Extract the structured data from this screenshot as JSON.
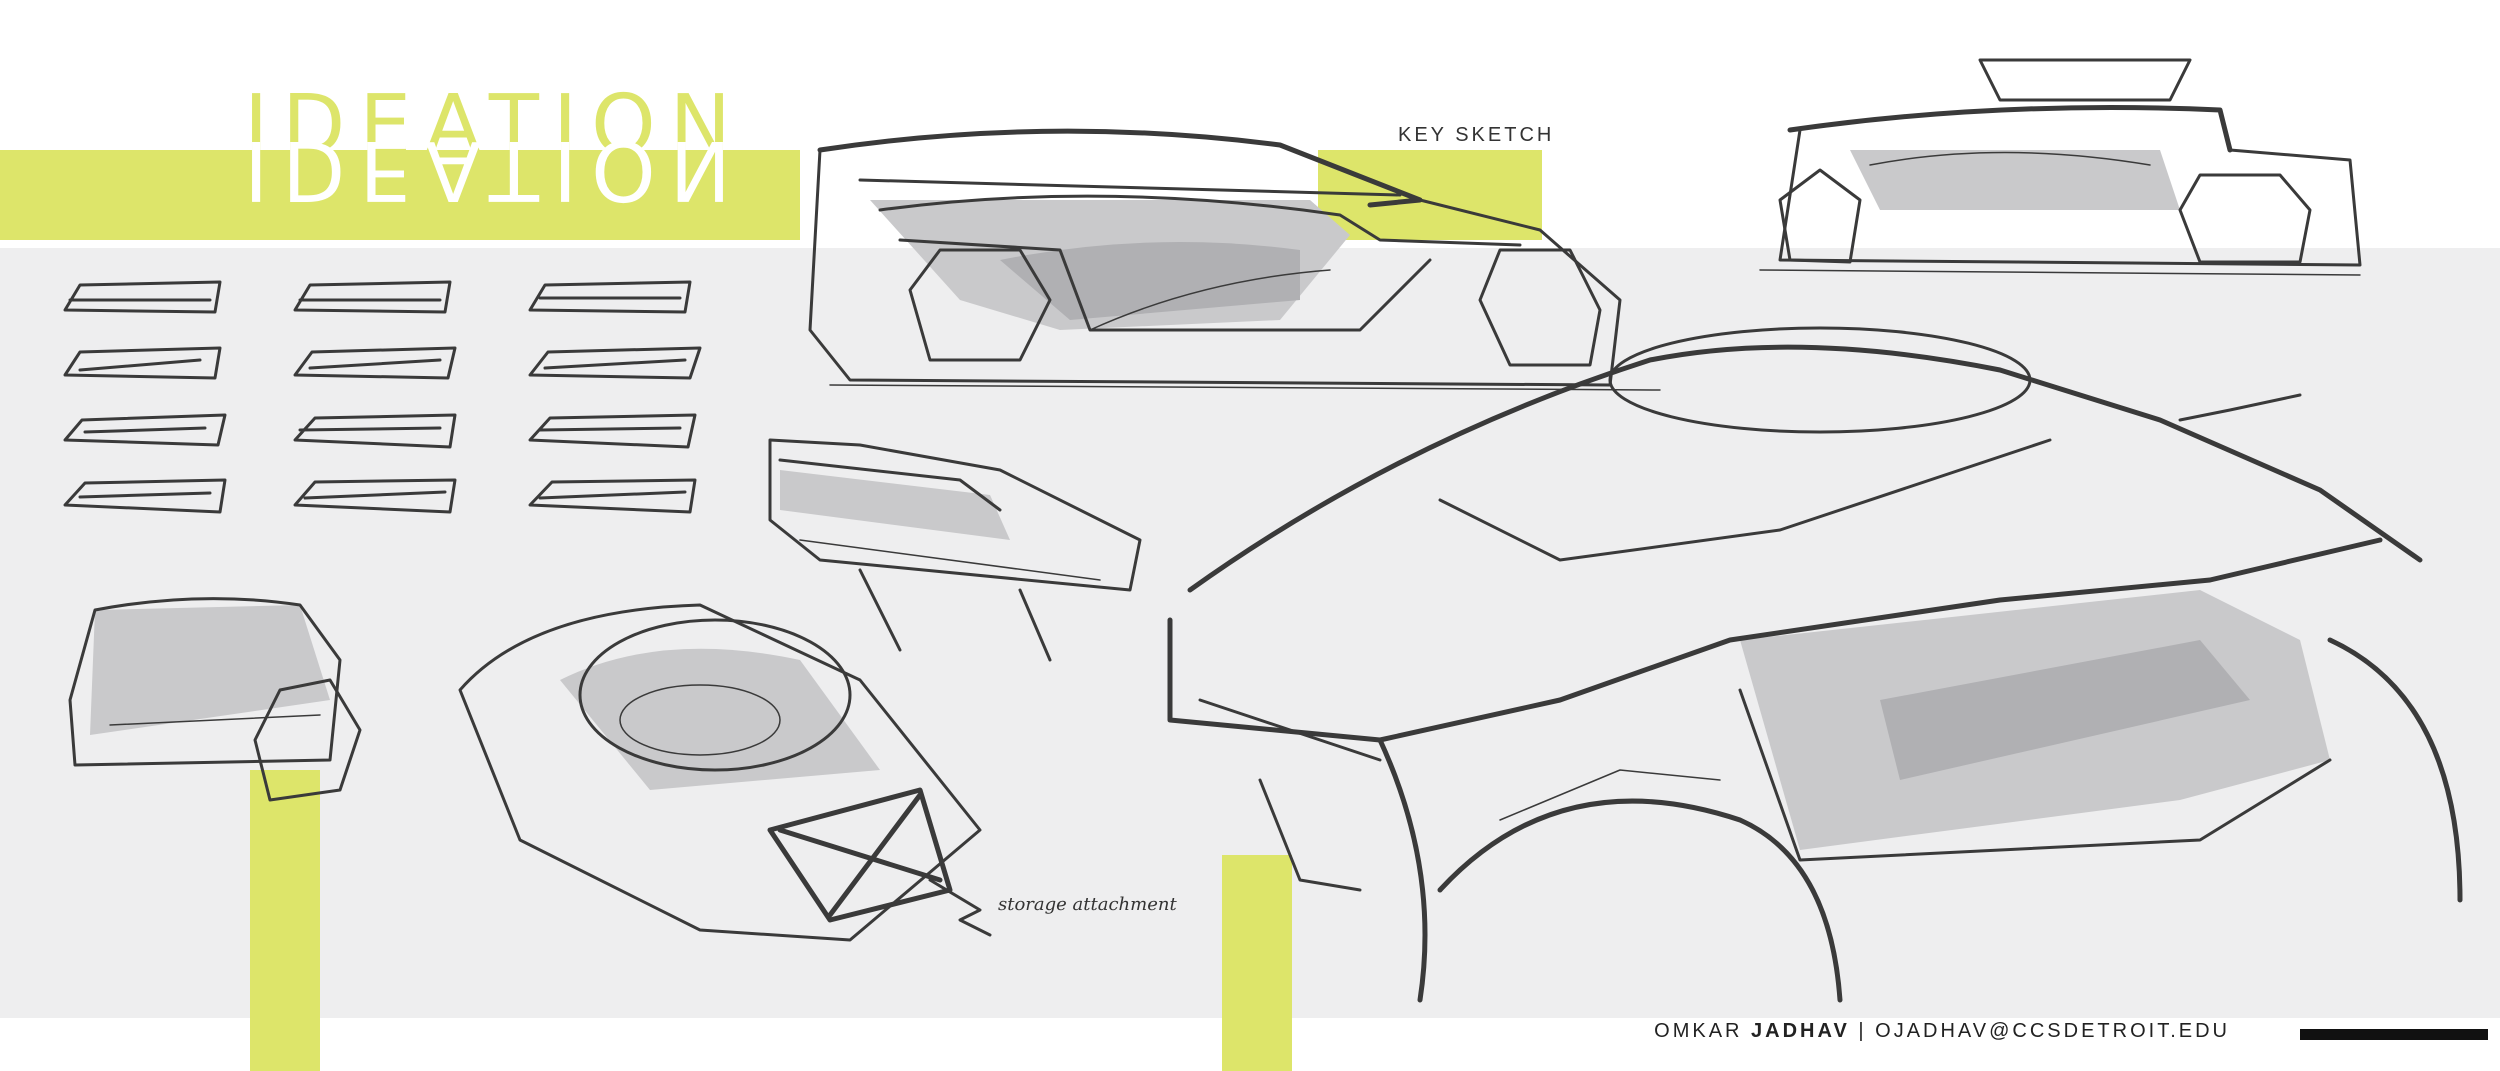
{
  "title": "IDEATION",
  "key_sketch_label": "KEY SKETCH",
  "annotation": "storage attachment",
  "footer": {
    "first_name": "OMKAR",
    "last_name": "JADHAV",
    "separator": "|",
    "email": "OJADHAV@CCSDETROIT.EDU"
  },
  "colors": {
    "accent": "#dde56a",
    "panel": "#eeeeef",
    "ink": "#3a3a3a"
  }
}
